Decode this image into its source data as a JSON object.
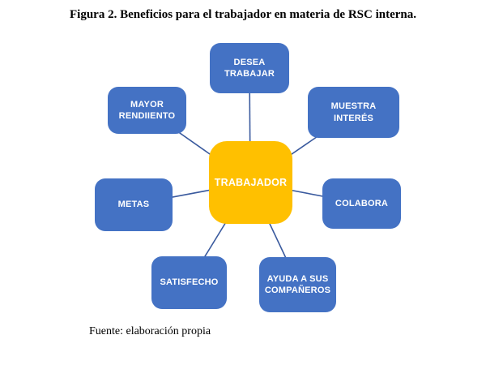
{
  "title": "Figura 2. Beneficios para el trabajador en materia de RSC interna.",
  "source_note": "Fuente: elaboración propia",
  "diagram": {
    "type": "radial",
    "node_color": "#4472C4",
    "connector_color": "#3A5A9E",
    "center": {
      "label": "TRABAJADOR",
      "color": "#FFC000",
      "text_color": "#FFFFFF"
    },
    "nodes": [
      {
        "label": "DESEA TRABAJAR"
      },
      {
        "label": "MUESTRA INTERÉS"
      },
      {
        "label": "MAYOR RENDIIENTO"
      },
      {
        "label": "COLABORA"
      },
      {
        "label": "METAS"
      },
      {
        "label": "SATISFECHO"
      },
      {
        "label": "AYUDA A SUS COMPAÑEROS"
      }
    ]
  }
}
